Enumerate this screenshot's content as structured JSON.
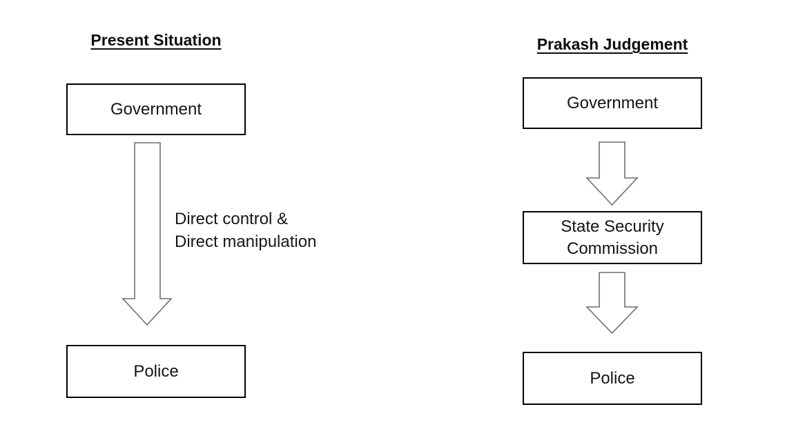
{
  "left_panel": {
    "title": "Present Situation",
    "government_label": "Government",
    "arrow_annotation": "Direct control &\nDirect manipulation",
    "police_label": "Police"
  },
  "right_panel": {
    "title": "Prakash Judgement",
    "government_label": "Government",
    "commission_label": "State Security\nCommission",
    "police_label": "Police"
  },
  "colors": {
    "background": "#ffffff",
    "box_border": "#000000",
    "arrow_outline": "#6e6e6e",
    "arrow_fill": "#ffffff",
    "text": "#141414"
  }
}
